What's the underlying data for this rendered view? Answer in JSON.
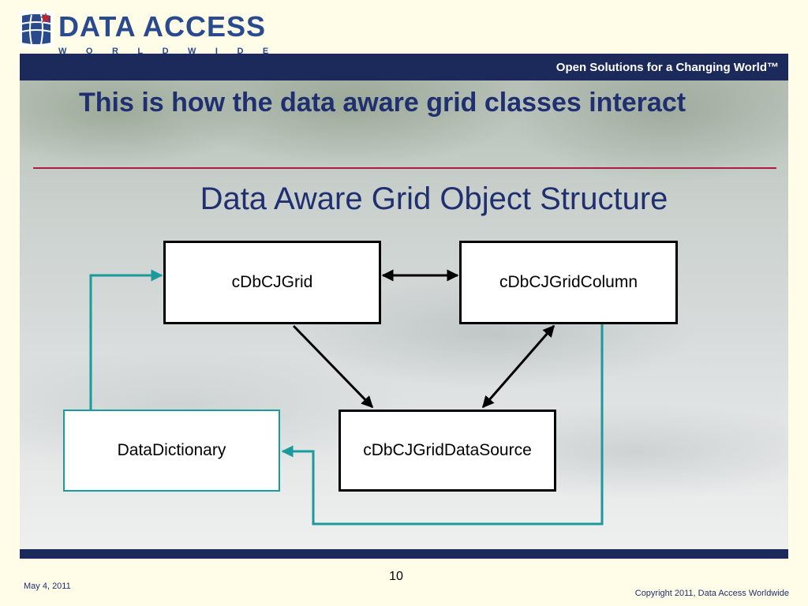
{
  "header": {
    "logo_text": "DATA ACCESS",
    "logo_subtext": "WORLDWIDE",
    "tagline": "Open Solutions for a Changing World™"
  },
  "slide": {
    "title": "This is how the data aware grid classes interact",
    "diagram_heading": "Data Aware Grid Object Structure"
  },
  "diagram": {
    "nodes": {
      "grid": "cDbCJGrid",
      "column": "cDbCJGridColumn",
      "data_dictionary": "DataDictionary",
      "data_source": "cDbCJGridDataSource"
    },
    "colors": {
      "box_border": "#000000",
      "teal_connector": "#1a9a9a"
    }
  },
  "footer": {
    "page_number": "10",
    "date": "May 4, 2011",
    "copyright": "Copyright 2011, Data Access Worldwide"
  },
  "theme": {
    "navy": "#1b2a5a",
    "title_blue": "#1f2f70",
    "rule_red": "#b01a40"
  }
}
